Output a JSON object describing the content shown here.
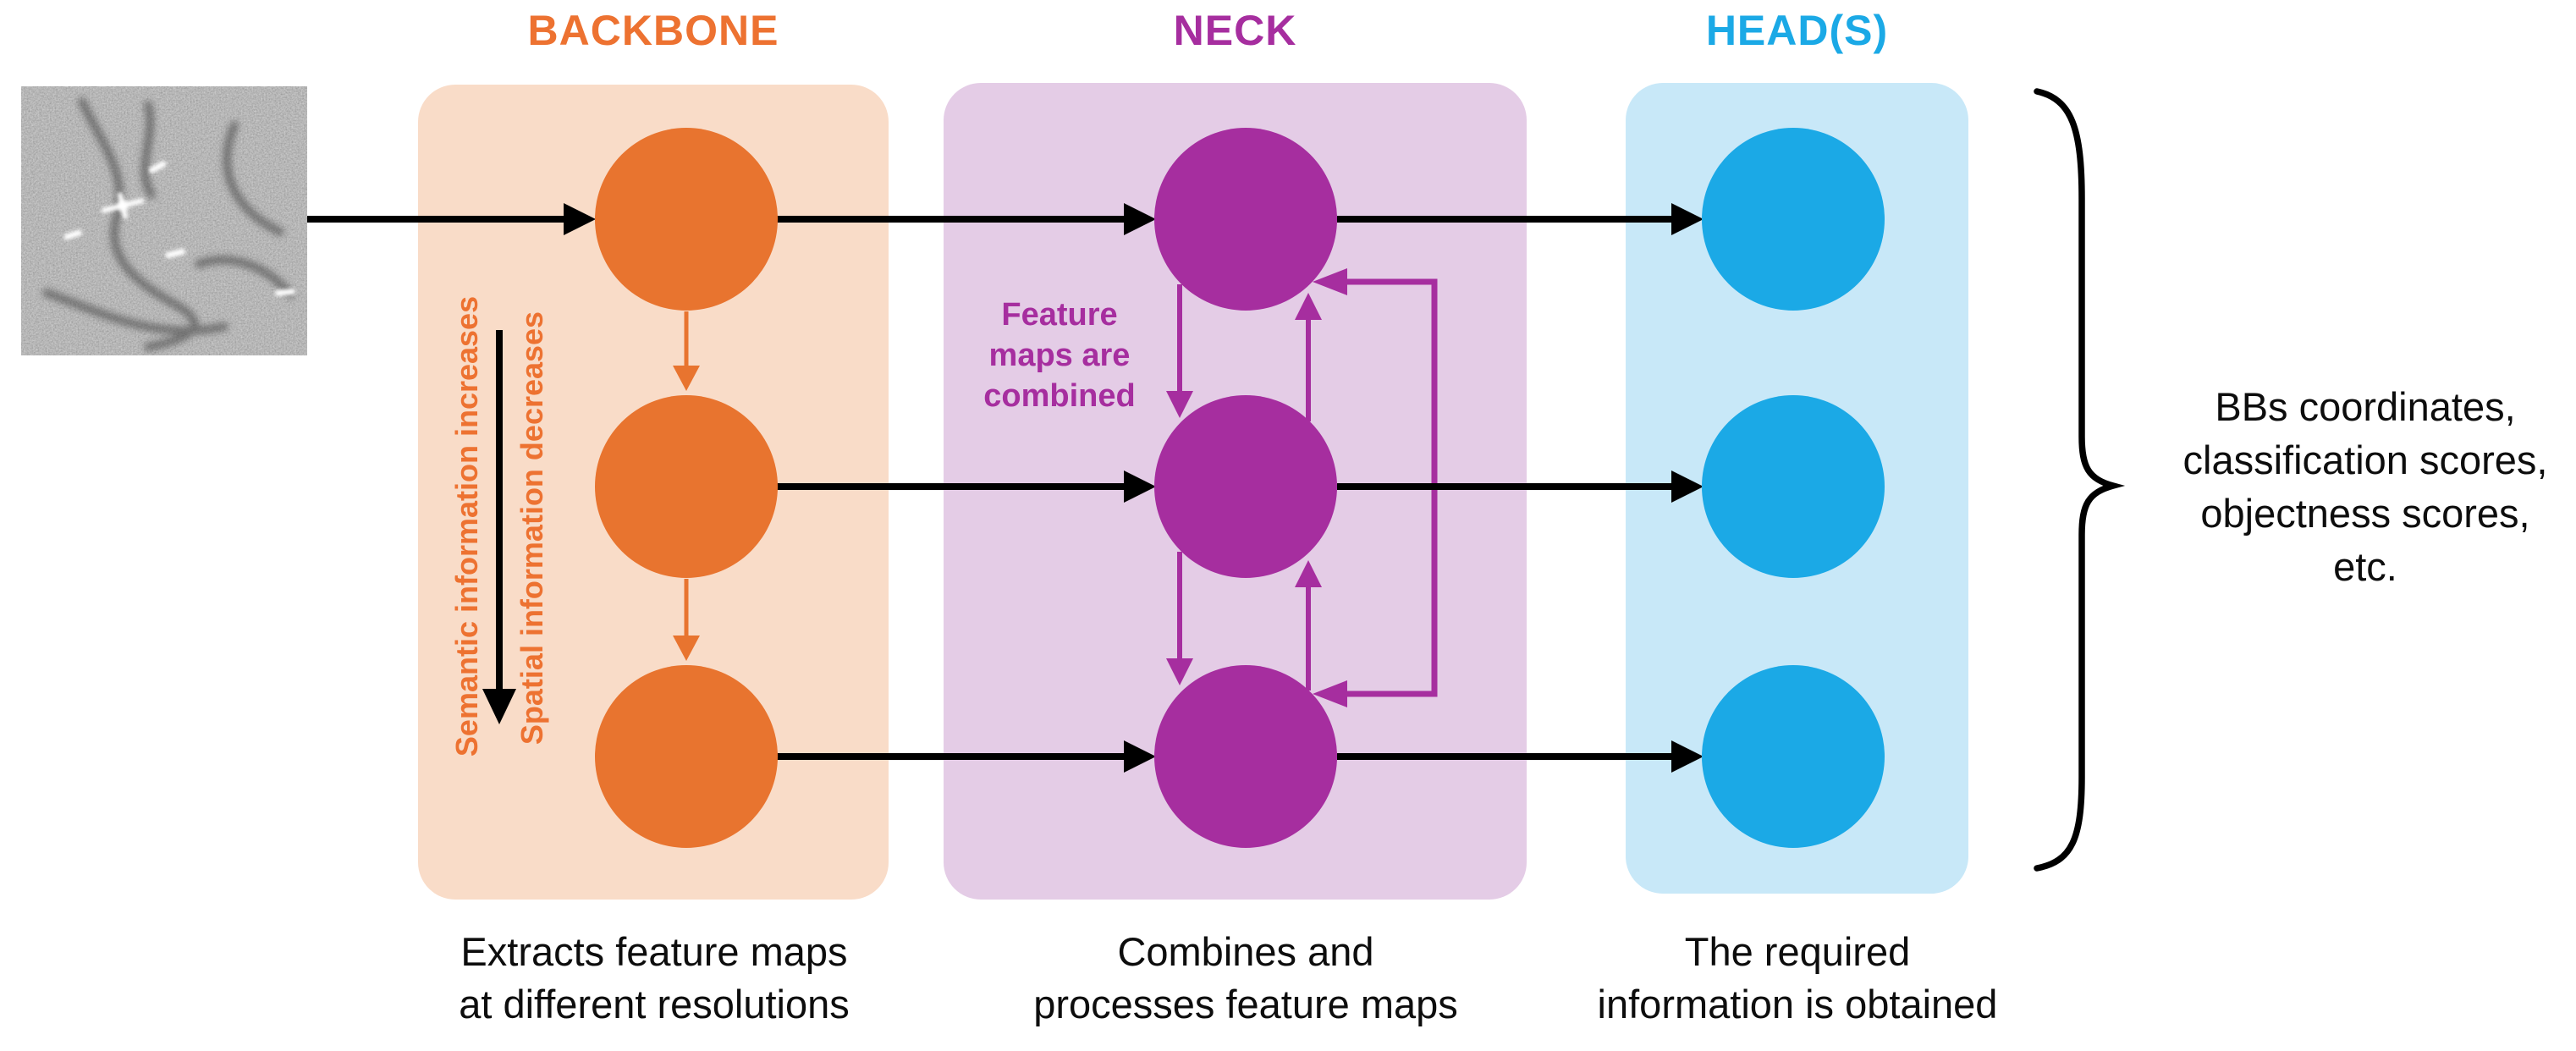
{
  "colors": {
    "backbone-accent": "#E8742F",
    "backbone-header": "#ED7231",
    "backbone-bg": "#F9DCC8",
    "neck-accent": "#A62E9F",
    "neck-bg": "#E4CCE6",
    "head-accent": "#1BA9E6",
    "head-bg": "#C8E8F8",
    "ink": "#000000",
    "caption": "#0d0d0d"
  },
  "columns": {
    "backbone": {
      "title": "BACKBONE",
      "caption": [
        "Extracts feature maps",
        "at different resolutions"
      ],
      "vertical_labels": {
        "left": "Semantic information increases",
        "right": "Spatial information decreases"
      }
    },
    "neck": {
      "title": "NECK",
      "caption": [
        "Combines and",
        "processes feature maps"
      ],
      "annotation": [
        "Feature",
        "maps are",
        "combined"
      ]
    },
    "head": {
      "title": "HEAD(S)",
      "caption": [
        "The required",
        "information is obtained"
      ]
    }
  },
  "output": {
    "lines": [
      "BBs coordinates,",
      "classification scores,",
      "objectness scores,",
      "etc."
    ]
  }
}
